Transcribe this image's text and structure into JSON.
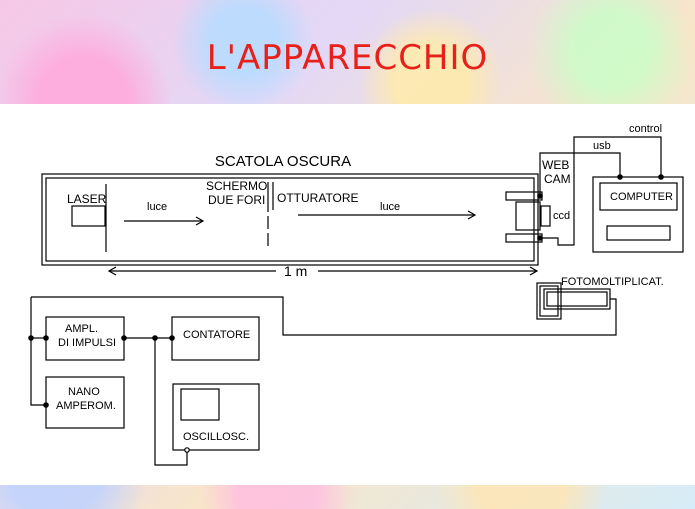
{
  "title": "L'APPARECCHIO",
  "labels": {
    "box": "SCATOLA OSCURA",
    "laser": "LASER",
    "light1": "luce",
    "screen1": "SCHERMO",
    "screen2": "DUE FORI",
    "shutter": "OTTURATORE",
    "light2": "luce",
    "webcam1": "WEB",
    "webcam2": "CAM",
    "ccd": "ccd",
    "usb": "usb",
    "control": "control",
    "computer": "COMPUTER",
    "distance": "1 m",
    "pmt": "FOTOMOLTIPLICAT.",
    "amp1": "AMPL.",
    "amp2": "DI IMPULSI",
    "counter": "CONTATORE",
    "nano1": "NANO",
    "nano2": "AMPEROM.",
    "scope": "OSCILLOSC."
  }
}
